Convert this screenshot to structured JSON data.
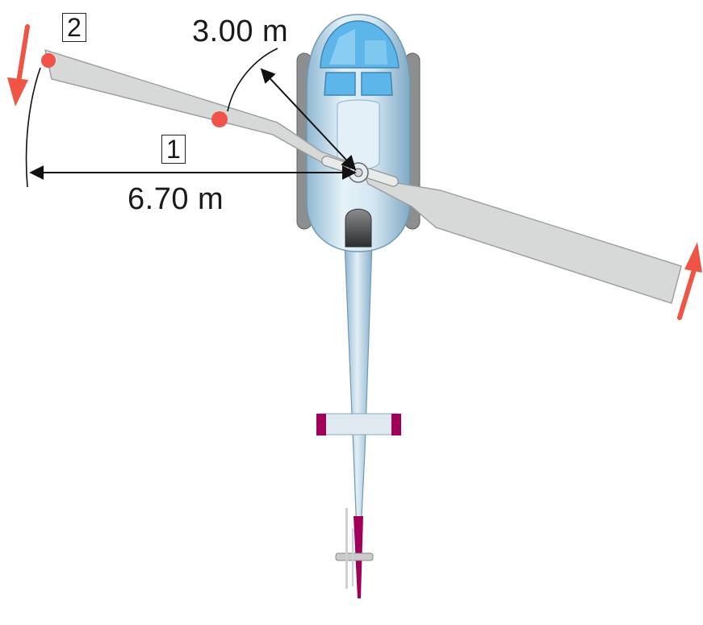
{
  "labels": {
    "point1": "1",
    "point2": "2",
    "r_inner": "3.00 m",
    "r_outer": "6.70 m"
  },
  "colors": {
    "blade": "#d7d8d8",
    "blade_edge": "#9a9c9d",
    "fuselage": "#cfe3ef",
    "fuselage_dark": "#7aa9c6",
    "canopy": "#5cb6ea",
    "skid": "#8c8e90",
    "marker": "#f1524a",
    "motion_arrow": "#f05445",
    "tail_accent": "#a0005a",
    "dimension_line": "#111111"
  }
}
